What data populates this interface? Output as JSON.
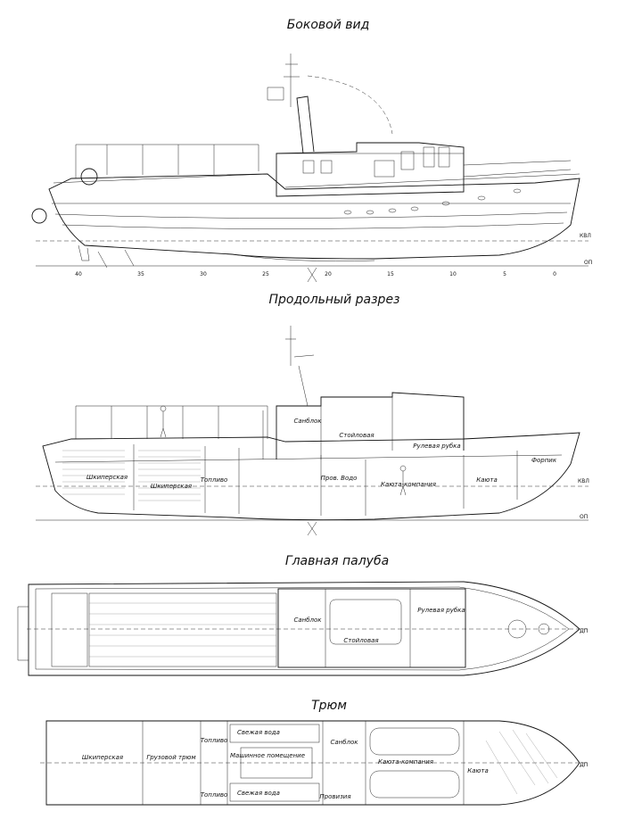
{
  "views": {
    "side": {
      "title": "Боковой вид",
      "frame_numbers": [
        "40",
        "35",
        "30",
        "25",
        "20",
        "15",
        "10",
        "5",
        "0"
      ],
      "waterline": "КВЛ",
      "baseline": "ОП"
    },
    "section": {
      "title": "Продольный разрез",
      "rooms": {
        "lazarette": "Шкиперская",
        "skipper2": "Шкиперская",
        "fuel": "Топливо",
        "bath": "Санблок",
        "galley": "Стойловая",
        "wheelhouse": "Рулевая рубка",
        "prov": "Пров.\nВодо",
        "salon": "Каюта-компания",
        "cabin": "Каюта",
        "forepeak": "Форпик"
      },
      "waterline": "КВЛ",
      "baseline": "ОП"
    },
    "deck": {
      "title": "Главная палуба",
      "rooms": {
        "bath": "Санблок",
        "galley": "Стойловая",
        "wheelhouse": "Рулевая рубка"
      },
      "centerline": "ДП"
    },
    "hold": {
      "title": "Трюм",
      "rooms": {
        "lazarette": "Шкиперская",
        "cargo": "Грузовой трюм",
        "fuel_top": "Топливо",
        "fuel_bottom": "Топливо",
        "water_top": "Свежая вода",
        "water_bottom": "Свежая вода",
        "engine": "Машинное помещение",
        "bath": "Санблок",
        "salon": "Каюта-компания",
        "cabin": "Каюта",
        "prov": "Провизия"
      },
      "centerline": "ДП"
    }
  }
}
